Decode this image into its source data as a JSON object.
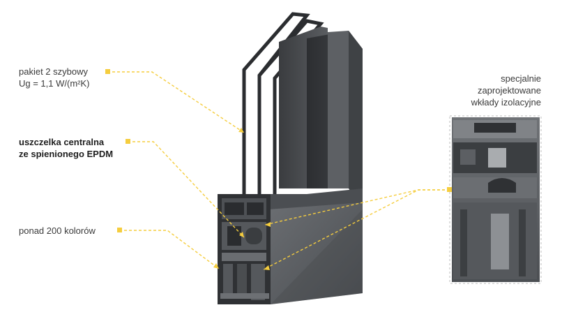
{
  "colors": {
    "accent": "#f5cd3e",
    "profile_dark": "#3b3d40",
    "profile_mid": "#55585c",
    "profile_light": "#7a7e82",
    "text": "#3a3a3a"
  },
  "callouts": [
    {
      "id": "glazing",
      "lines": [
        "pakiet 2 szybowy",
        "Ug = 1,1 W/(m²K)"
      ],
      "bold": false
    },
    {
      "id": "gasket",
      "lines": [
        "uszczelka centralna",
        "ze spienionego EPDM"
      ],
      "bold": true
    },
    {
      "id": "colors",
      "lines": [
        "ponad 200 kolorów"
      ],
      "bold": false
    }
  ],
  "inset": {
    "lines": [
      "specjalnie",
      "zaprojektowane",
      "wkłady izolacyjne"
    ]
  }
}
